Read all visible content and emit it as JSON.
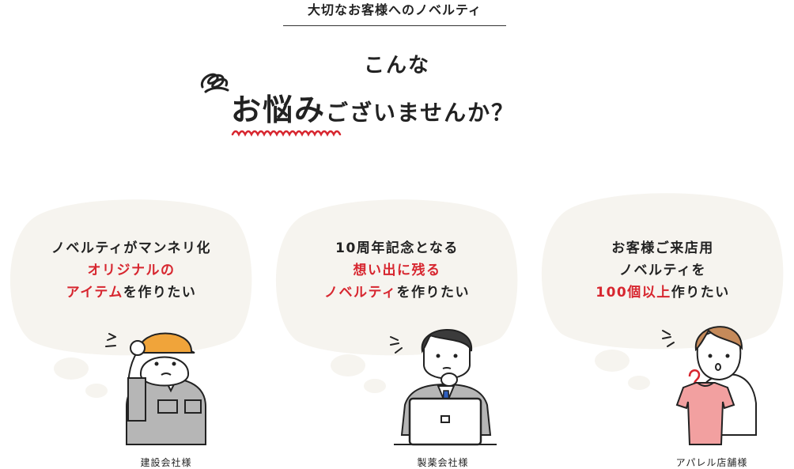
{
  "header": {
    "tagline": "大切なお客様へのノベルティ",
    "line1": "こんな",
    "line2_big": "お悩み",
    "line2_small": "ございませんか？"
  },
  "cards": [
    {
      "line1": "ノベルティがマンネリ化",
      "line2_red": "オリジナルの",
      "line3_red": "アイテム",
      "line3_rest": "を作りたい",
      "caption": "建設会社様"
    },
    {
      "line1": "10周年記念となる",
      "line2_red": "想い出に残る",
      "line3_red": "ノベルティ",
      "line3_rest": "を作りたい",
      "caption": "製薬会社様"
    },
    {
      "line1": "お客様ご来店用",
      "line2": "ノベルティを",
      "line3_red": "100個以上",
      "line3_rest": "作りたい",
      "caption": "アパレル店舗様"
    }
  ],
  "colors": {
    "accent": "#d7262f",
    "bubble": "#f6f4ef",
    "ink": "#222222"
  }
}
